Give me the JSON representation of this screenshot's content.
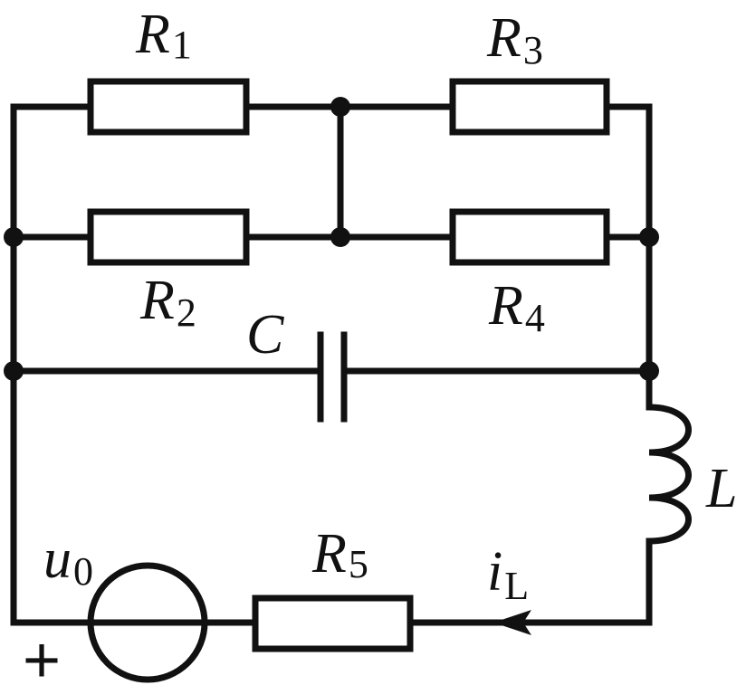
{
  "labels": {
    "r1": {
      "main": "R",
      "sub": "1"
    },
    "r2": {
      "main": "R",
      "sub": "2"
    },
    "r3": {
      "main": "R",
      "sub": "3"
    },
    "r4": {
      "main": "R",
      "sub": "4"
    },
    "r5": {
      "main": "R",
      "sub": "5"
    },
    "c": "C",
    "l": "L",
    "u0": {
      "main": "u",
      "sub": "0"
    },
    "il": {
      "main": "i",
      "sub": "L"
    },
    "plus": "+"
  }
}
